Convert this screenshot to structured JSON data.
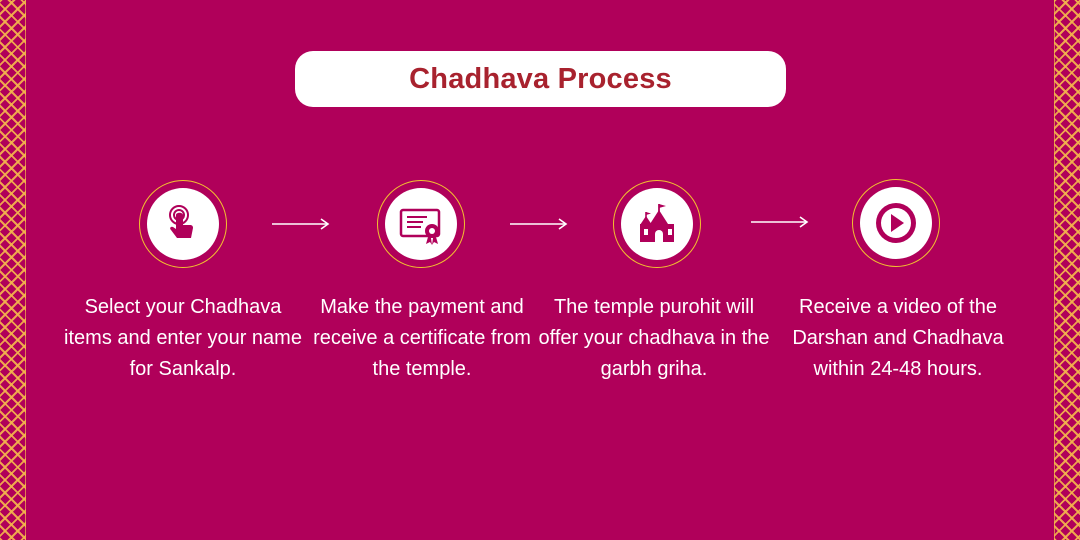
{
  "title": "Chadhava Process",
  "colors": {
    "background": "#b0005a",
    "title_text": "#a8222e",
    "icon_ring": "#f2c230",
    "border_pattern": "#ffd64a"
  },
  "steps": [
    {
      "icon": "hand-tap-icon",
      "text": "Select your Chadhava items and enter your name for Sankalp."
    },
    {
      "icon": "certificate-icon",
      "text": "Make the payment and receive a certificate from the temple."
    },
    {
      "icon": "temple-icon",
      "text": "The temple purohit will offer your chadhava in the garbh griha."
    },
    {
      "icon": "play-video-icon",
      "text": "Receive a video of the Darshan and Chadhava within 24-48 hours."
    }
  ]
}
